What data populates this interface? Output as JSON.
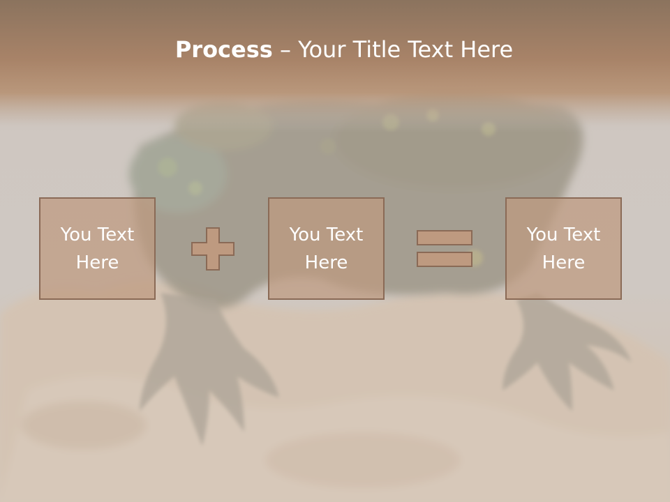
{
  "slide": {
    "title_bold": "Process",
    "title_rest": " – Your Title Text Here",
    "boxes": [
      {
        "text": "You Text Here"
      },
      {
        "text": "You Text Here"
      },
      {
        "text": "You Text Here"
      }
    ],
    "operators": [
      "plus-icon",
      "equals-icon"
    ],
    "colors": {
      "header_band": "#a98467",
      "box_fill": "#be9a80",
      "box_border": "#8a6a56",
      "text": "#ffffff"
    },
    "background": "lizard-photo"
  }
}
